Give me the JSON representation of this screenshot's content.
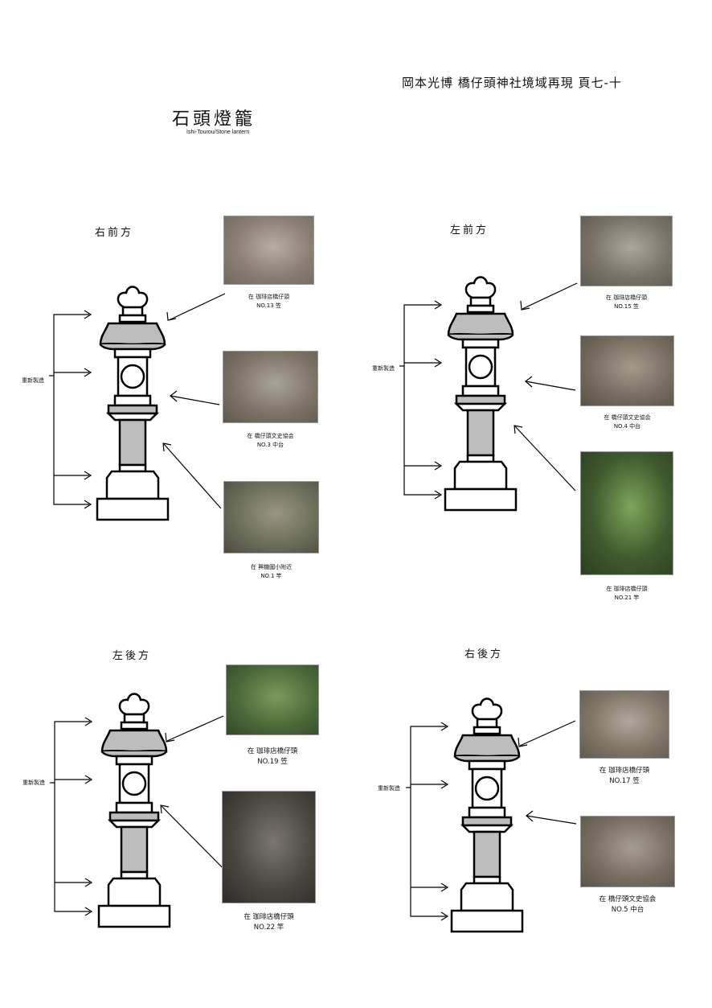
{
  "header": {
    "text": "岡本光博 橋仔頭神社境域再現 頁七-十"
  },
  "title": "石頭燈籠",
  "subtitle": "Ishi-Tourou/Stone lantern",
  "panels": [
    {
      "label": "右前方",
      "note": "重新製造",
      "photos": [
        {
          "caption_l1": "在 珈琲店橋仔頭",
          "caption_l2": "NO.13 笠",
          "colors": [
            "#8a7f72",
            "#b8ada2",
            "#6f6a60"
          ]
        },
        {
          "caption_l1": "在 橋仔頭文史協会",
          "caption_l2": "NO.3 中台",
          "colors": [
            "#7d7468",
            "#a9a39a",
            "#5f584f"
          ]
        },
        {
          "caption_l1": "在 興糖國小附近",
          "caption_l2": "NO.1 竿",
          "colors": [
            "#6c6f5c",
            "#9a9484",
            "#4e4a3e"
          ]
        }
      ]
    },
    {
      "label": "左前方",
      "note": "重新製造",
      "photos": [
        {
          "caption_l1": "在 珈琲店橋仔頭",
          "caption_l2": "NO.15 笠",
          "colors": [
            "#7a7368",
            "#aca69c",
            "#5e5a52"
          ]
        },
        {
          "caption_l1": "在 橋仔頭文史協会",
          "caption_l2": "NO.4 中台",
          "colors": [
            "#776d60",
            "#a39a8c",
            "#5a5247"
          ]
        },
        {
          "caption_l1": "在 珈琲店橋仔頭",
          "caption_l2": "NO.21 竿",
          "colors": [
            "#3f5a2e",
            "#7da55a",
            "#2c3f22"
          ]
        }
      ]
    },
    {
      "label": "左後方",
      "note": "重新製造",
      "photos": [
        {
          "caption_l1": "在 珈琲店橋仔頭",
          "caption_l2": "NO.19 笠",
          "colors": [
            "#4d6a3a",
            "#7d9a5e",
            "#34482a"
          ]
        },
        {
          "caption_l1": "在 珈琲店橋仔頭",
          "caption_l2": "NO.22 竿",
          "colors": [
            "#4a4642",
            "#7b7670",
            "#2f2c29"
          ]
        }
      ]
    },
    {
      "label": "右後方",
      "note": "重新製造",
      "photos": [
        {
          "caption_l1": "在 珈琲店橋仔頭",
          "caption_l2": "NO.17 笠",
          "colors": [
            "#807668",
            "#b0a89b",
            "#605a50"
          ]
        },
        {
          "caption_l1": "在 橋仔頭文史協会",
          "caption_l2": "NO.5 中台",
          "colors": [
            "#786f62",
            "#a59e92",
            "#5a544a"
          ]
        }
      ]
    }
  ]
}
